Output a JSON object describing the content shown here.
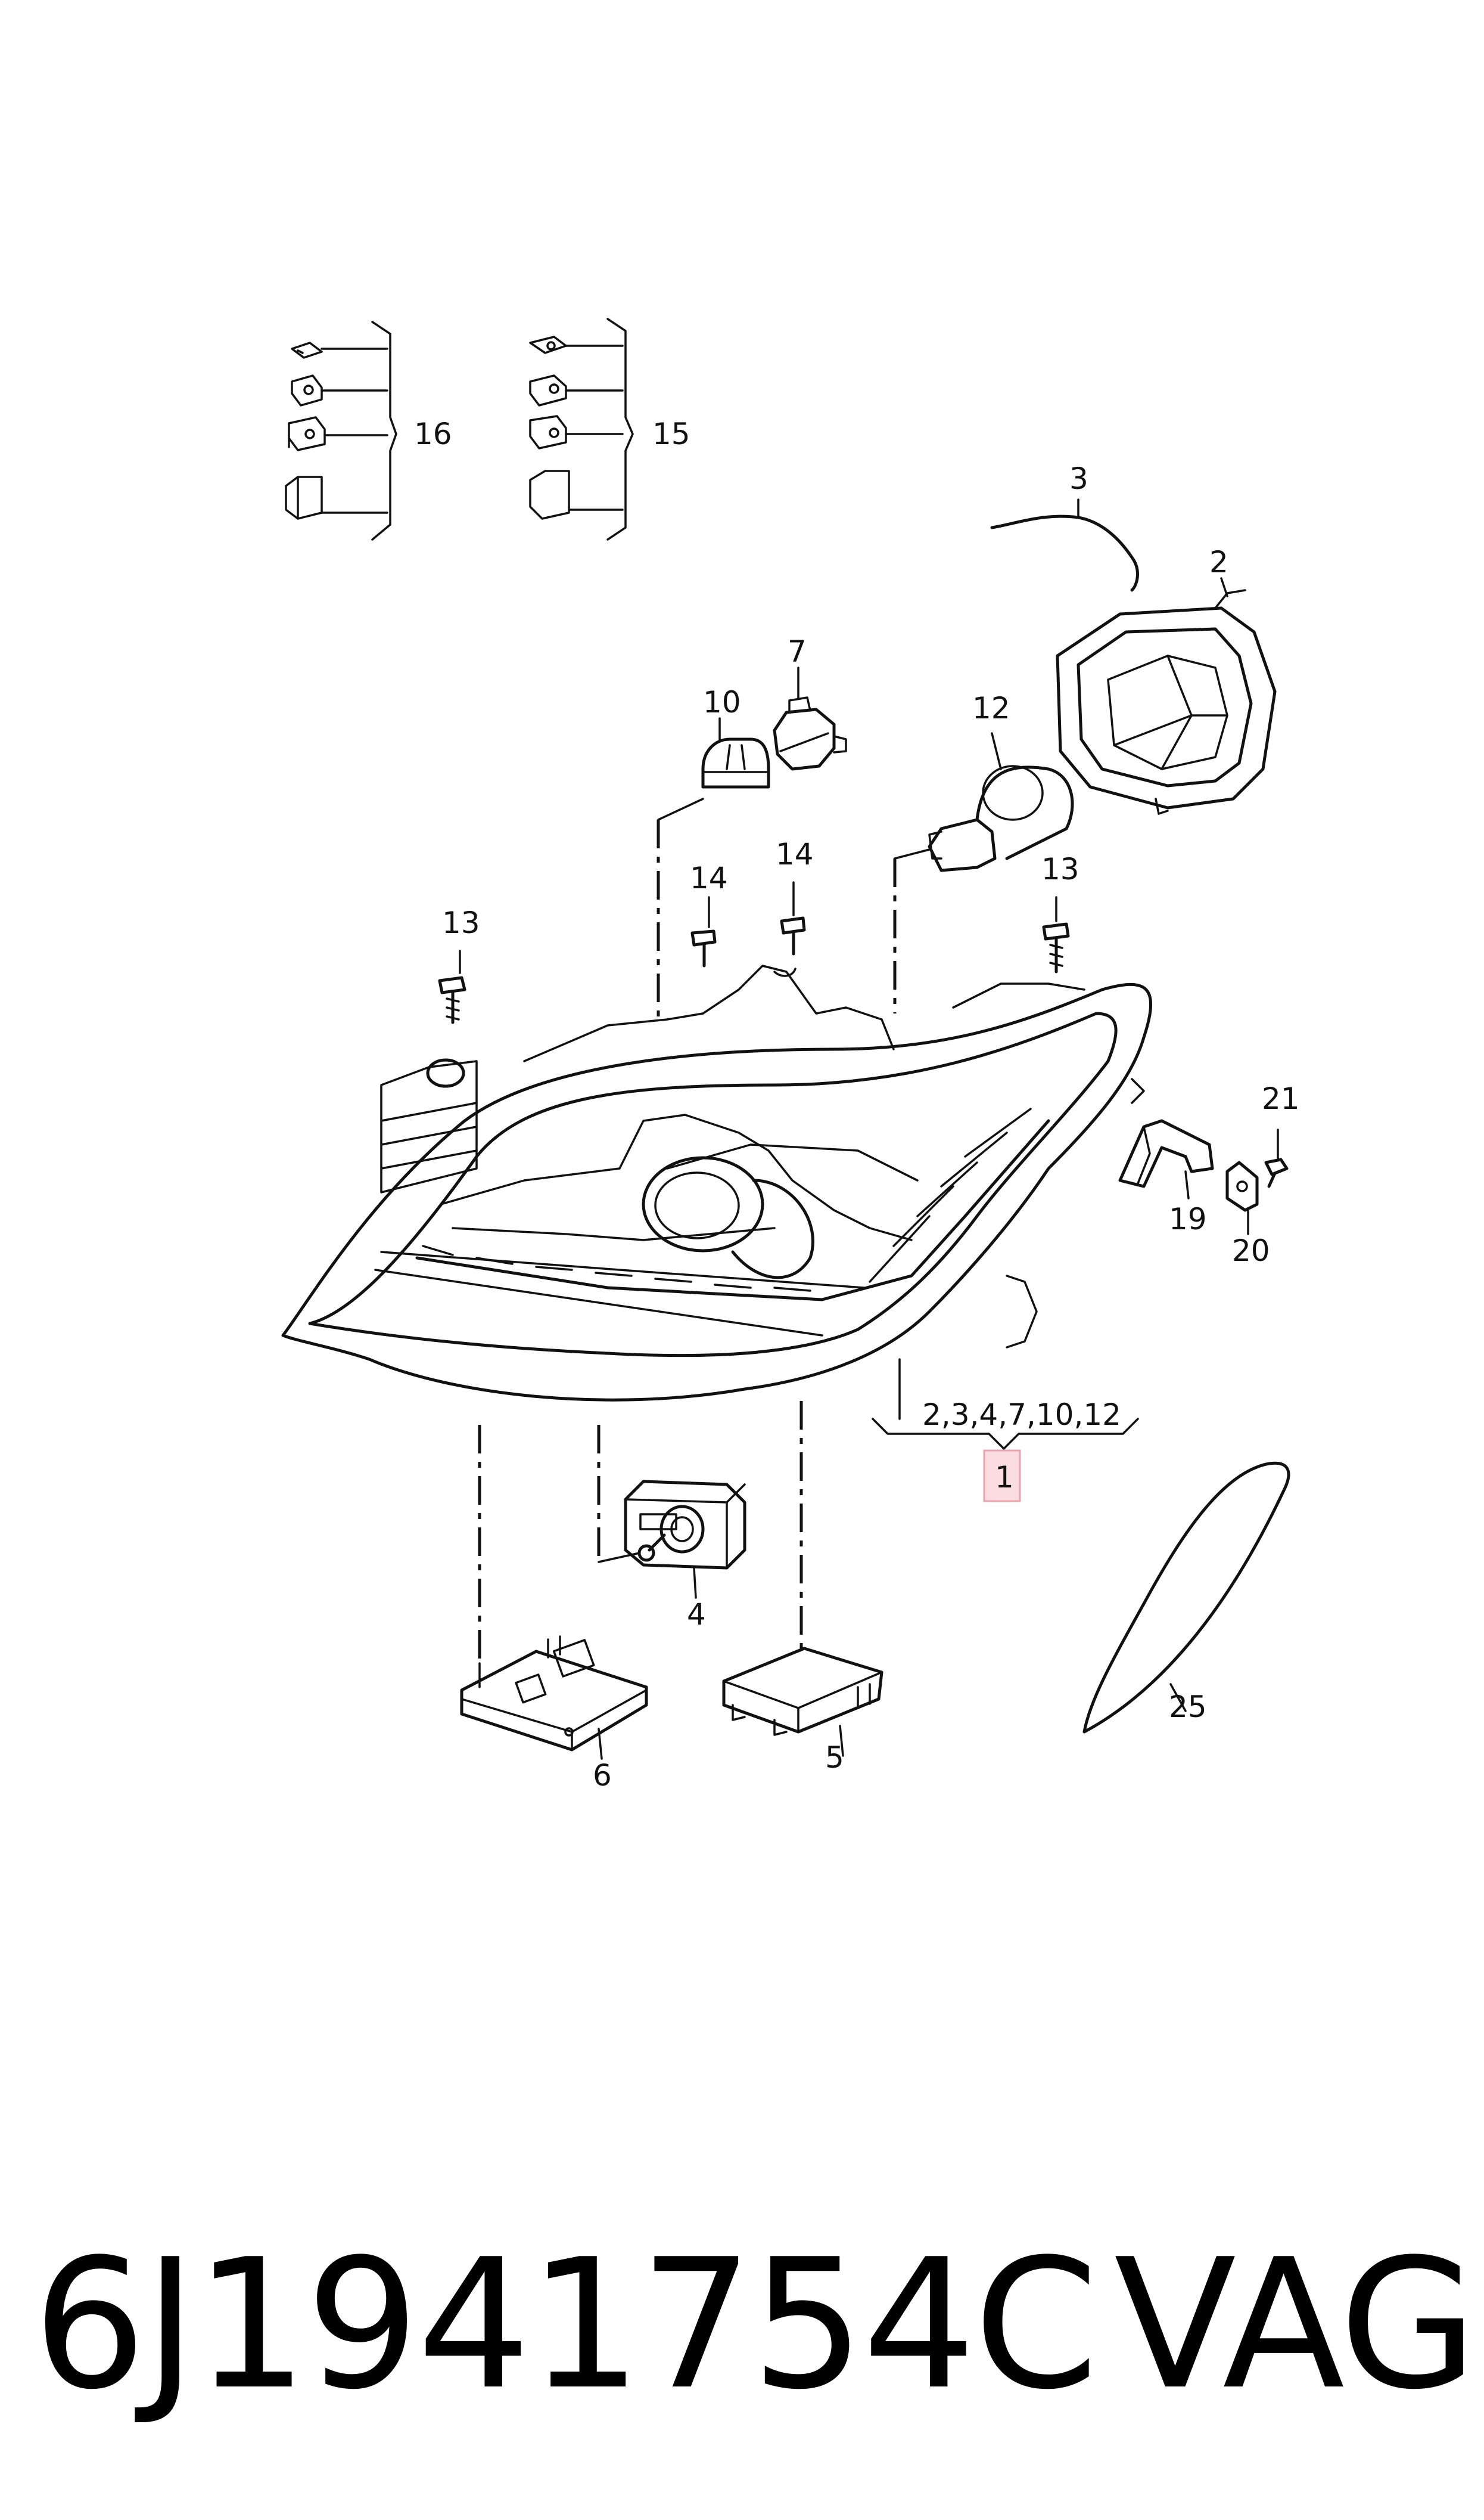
{
  "callouts": {
    "c1": "1",
    "c2": "2",
    "c3": "3",
    "c4": "4",
    "c5": "5",
    "c6": "6",
    "c7": "7",
    "c10": "10",
    "c12": "12",
    "c13a": "13",
    "c13b": "13",
    "c14a": "14",
    "c14b": "14",
    "c15": "15",
    "c16": "16",
    "c19": "19",
    "c20": "20",
    "c21": "21",
    "c25": "25",
    "group": "2,3,4,7,10,12"
  },
  "highlight_color": "#f4b8c0",
  "footer": {
    "part_number": "6J1941754C",
    "brand": "VAG"
  }
}
